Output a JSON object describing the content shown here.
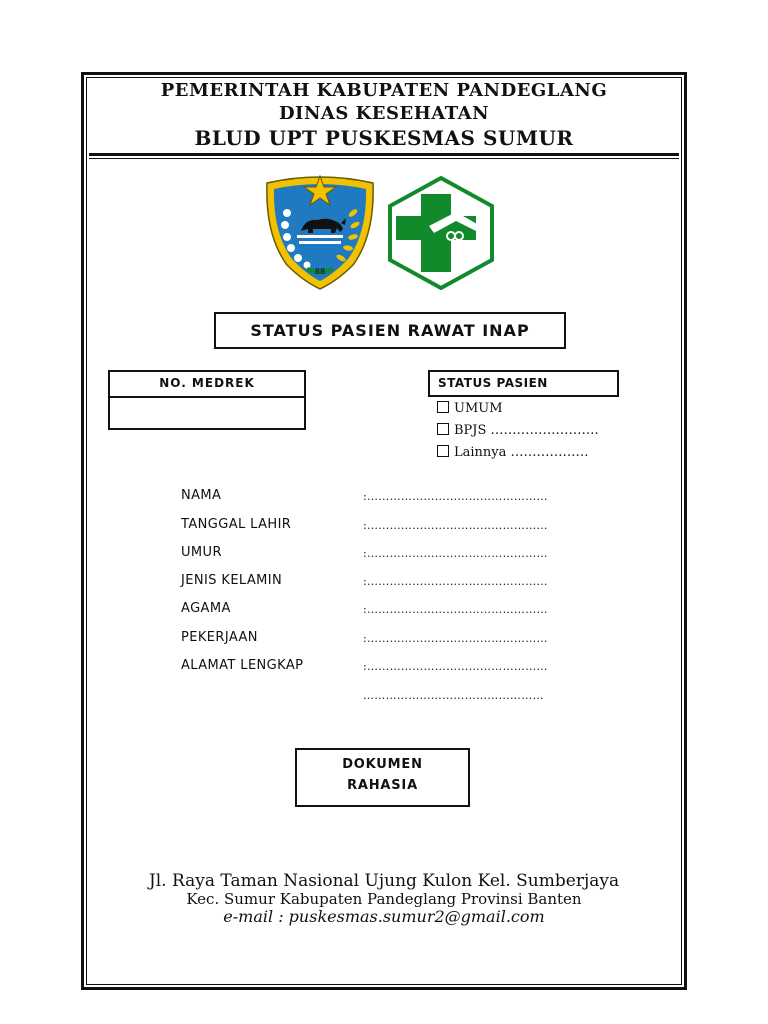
{
  "header": {
    "line1": "PEMERINTAH KABUPATEN PANDEGLANG",
    "line2": "DINAS KESEHATAN",
    "line3": "BLUD UPT PUSKESMAS SUMUR"
  },
  "logos": {
    "left": "pandeglang-crest-icon",
    "right": "puskesmas-cross-icon",
    "colors": {
      "crest_blue": "#1f7ac2",
      "crest_gold": "#f2c200",
      "puskesmas_green": "#118a2c"
    }
  },
  "form_title": "STATUS PASIEN RAWAT INAP",
  "medrek": {
    "label": "NO. MEDREK",
    "value": ""
  },
  "status_pasien": {
    "label": "STATUS PASIEN",
    "options": [
      {
        "text": "UMUM",
        "checked": false
      },
      {
        "text": "BPJS …………………….",
        "checked": false
      },
      {
        "text": "Lainnya ………………",
        "checked": false
      }
    ]
  },
  "fields": [
    {
      "label": "NAMA",
      "value": ":…………………………………………"
    },
    {
      "label": "TANGGAL LAHIR",
      "value": ":…………………………………………"
    },
    {
      "label": "UMUR",
      "value": ":…………………………………………"
    },
    {
      "label": "JENIS KELAMIN",
      "value": ":…………………………………………"
    },
    {
      "label": "AGAMA",
      "value": ":…………………………………………"
    },
    {
      "label": "PEKERJAAN",
      "value": ":…………………………………………"
    },
    {
      "label": "ALAMAT LENGKAP",
      "value": ":…………………………………………"
    }
  ],
  "address_continuation": "…………………………………………",
  "document_stamp": {
    "line1": "DOKUMEN",
    "line2": "RAHASIA"
  },
  "footer": {
    "address1": "Jl. Raya Taman Nasional Ujung Kulon Kel. Sumberjaya",
    "address2": "Kec. Sumur Kabupaten Pandeglang Provinsi Banten",
    "email": "e-mail : puskesmas.sumur2@gmail.com"
  }
}
